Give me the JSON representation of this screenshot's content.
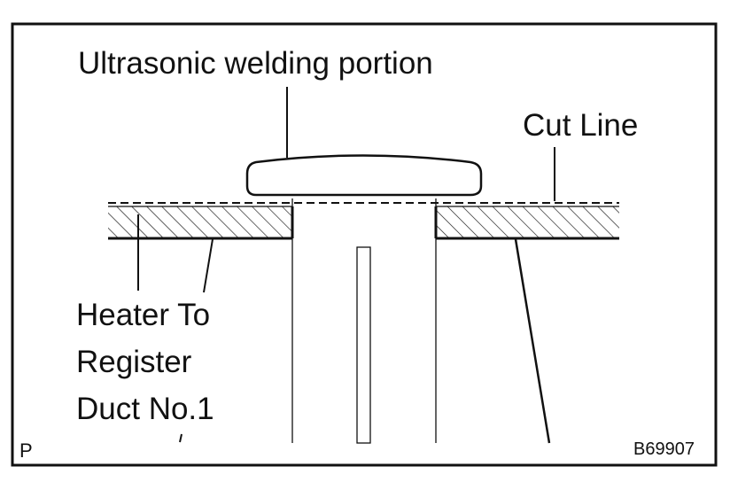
{
  "labels": {
    "welding": "Ultrasonic welding portion",
    "cut_line": "Cut Line",
    "duct_line1": "Heater To",
    "duct_line2": "Register",
    "duct_line3": "Duct No.1",
    "corner_mark": "P",
    "figure_code": "B69907"
  },
  "colors": {
    "ink": "#111111",
    "background": "#ffffff"
  }
}
